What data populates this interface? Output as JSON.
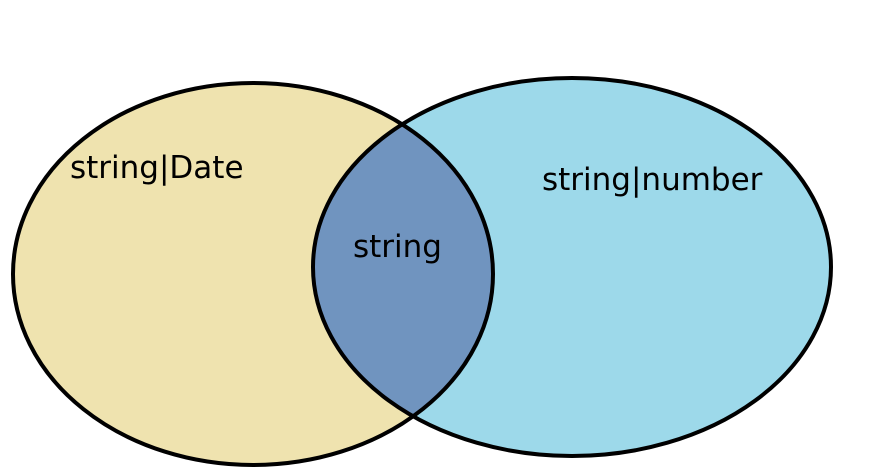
{
  "diagram": {
    "left_set": {
      "label": "string|Date",
      "color": "#EFE3AF"
    },
    "right_set": {
      "label": "string|number",
      "color": "#9DD9EA"
    },
    "intersection": {
      "label": "string",
      "color": "#7094BF"
    },
    "outline_color": "#000000"
  }
}
